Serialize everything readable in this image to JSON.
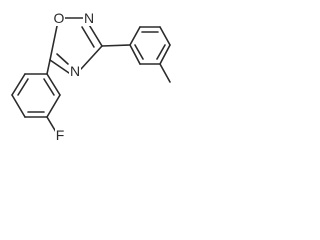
{
  "molecule": {
    "atoms": {
      "o1": "O",
      "n2": "N",
      "n4": "N",
      "f": "F"
    }
  }
}
